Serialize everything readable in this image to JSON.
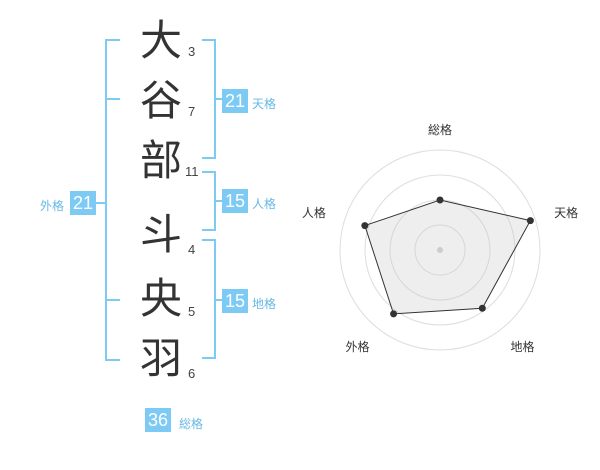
{
  "name": {
    "chars": [
      {
        "char": "大",
        "strokes": "3"
      },
      {
        "char": "谷",
        "strokes": "7"
      },
      {
        "char": "部",
        "strokes": "11"
      },
      {
        "char": "斗",
        "strokes": "4"
      },
      {
        "char": "央",
        "strokes": "5"
      },
      {
        "char": "羽",
        "strokes": "6"
      }
    ]
  },
  "fortune": {
    "tenkaku": {
      "value": "21",
      "label": "天格"
    },
    "jinkaku": {
      "value": "15",
      "label": "人格"
    },
    "chikaku": {
      "value": "15",
      "label": "地格"
    },
    "gaikaku": {
      "value": "21",
      "label": "外格"
    },
    "soukaku": {
      "value": "36",
      "label": "総格"
    }
  },
  "colors": {
    "accent": "#7dcbf5",
    "bracket": "#7dcbf5",
    "label": "#66b8e6"
  },
  "chart_data": {
    "type": "radar",
    "axes": [
      "総格",
      "天格",
      "地格",
      "外格",
      "人格"
    ],
    "values": [
      0.5,
      0.95,
      0.72,
      0.79,
      0.79
    ],
    "rings": 4,
    "range": [
      0,
      1
    ]
  }
}
